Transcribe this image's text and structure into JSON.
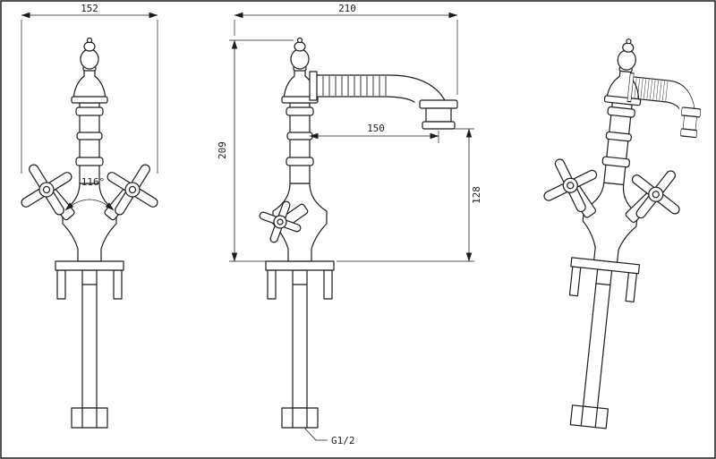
{
  "page": {
    "background": "#ffffff",
    "line_color": "#1c1c1c"
  },
  "drawing": {
    "type": "faucet-technical-drawing",
    "views": {
      "front": "front-view",
      "side": "side-view-dimensioned",
      "perspective": "perspective-view"
    },
    "dimensions": {
      "front_width": "152",
      "handle_angle": "116°",
      "overall_reach": "210",
      "height": "209",
      "spout_reach": "150",
      "outlet_height": "128",
      "thread": "G1/2"
    }
  }
}
